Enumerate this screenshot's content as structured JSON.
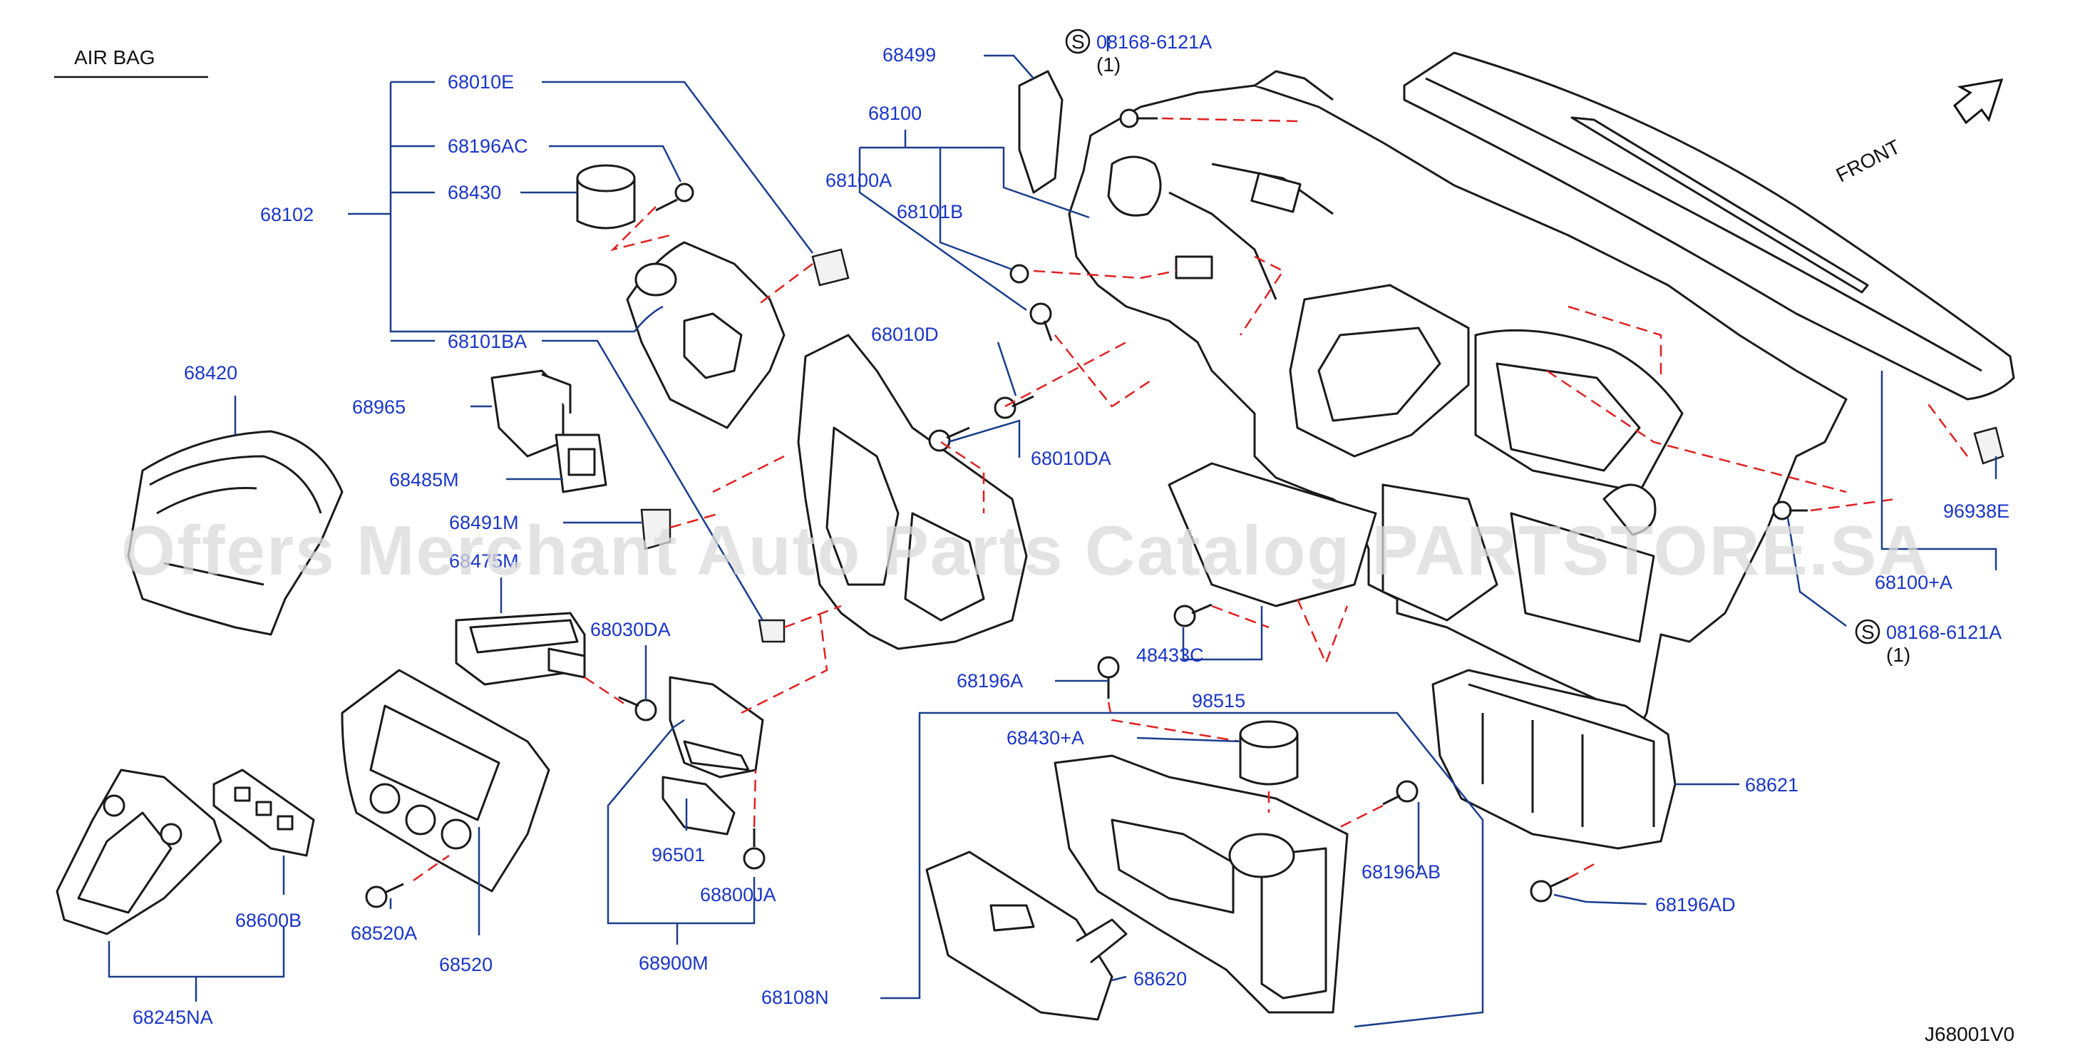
{
  "header": {
    "section_title": "AIR BAG"
  },
  "orientation": {
    "front_label": "FRONT"
  },
  "drawing_code": "J68001V0",
  "watermark": "Offers Merchant Auto Parts Catalog PARTSTORE.SA",
  "callouts": {
    "p68010E": "68010E",
    "p68196AC": "68196AC",
    "p68430": "68430",
    "p68102": "68102",
    "p68101BA": "68101BA",
    "p68420": "68420",
    "p68965": "68965",
    "p68485M": "68485M",
    "p68491M": "68491M",
    "p68475": "68475M",
    "p68030DA": "68030DA",
    "p68499": "68499",
    "p68100": "68100",
    "p68100A": "68100A",
    "p68101B": "68101B",
    "p68010D": "68010D",
    "p68010DA": "68010DA",
    "s_bolt_top": "08168-6121A",
    "s_bolt_top_qty": "(1)",
    "p96938E": "96938E",
    "p68100plusA": "68100+A",
    "s_bolt_right": "08168-6121A",
    "s_bolt_right_qty": "(1)",
    "p48433C": "48433C",
    "p98515": "98515",
    "p68196A": "68196A",
    "p68430plusA": "68430+A",
    "p68196AB": "68196AB",
    "p68621": "68621",
    "p68196AD": "68196AD",
    "p68620": "68620",
    "p68108N": "68108N",
    "p96501": "96501",
    "p68800JA": "68800JA",
    "p68900M": "68900M",
    "p68520": "68520",
    "p68520A": "68520A",
    "p68600B": "68600B",
    "p68245NA": "68245NA"
  },
  "std_part_symbol": "S"
}
